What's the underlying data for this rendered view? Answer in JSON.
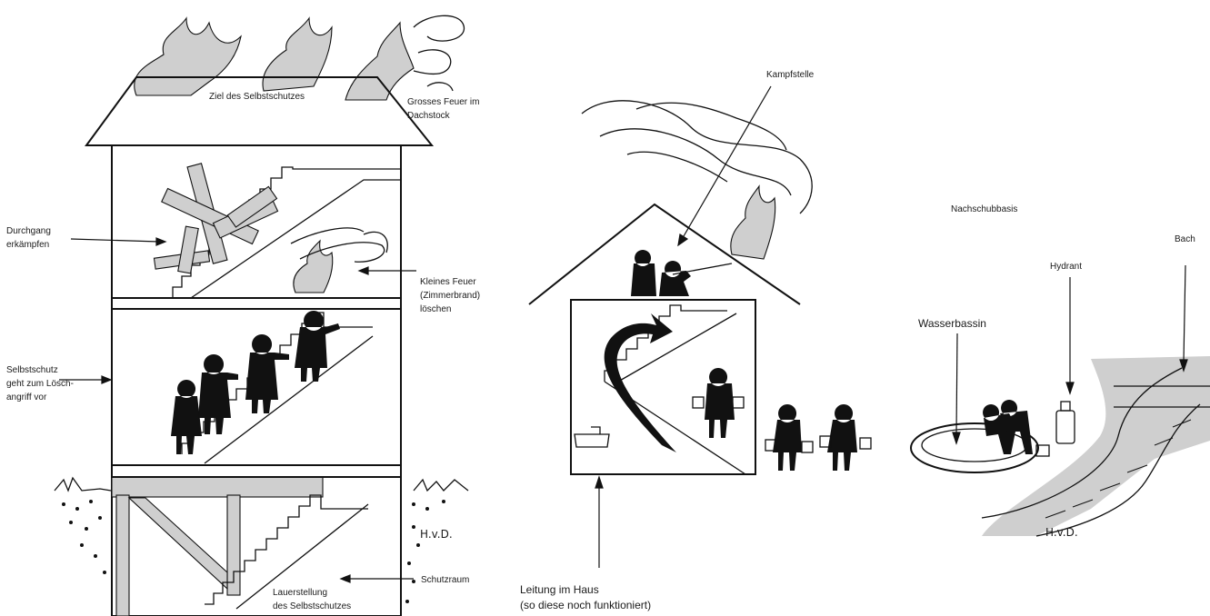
{
  "left_panel": {
    "roof_goal": "Ziel des Selbstschutzes",
    "big_fire": [
      "Grosses Feuer im",
      "Dachstock"
    ],
    "passage": [
      "Durchgang",
      "erkämpfen"
    ],
    "small_fire": [
      "Kleines Feuer",
      "(Zimmerbrand)",
      "löschen"
    ],
    "self_protection": [
      "Selbstschutz",
      "geht zum Lösch-",
      "angriff vor"
    ],
    "shelter": "Schutzraum",
    "standby": [
      "Lauerstellung",
      "des Selbstschutzes"
    ],
    "signature": "H.v.D."
  },
  "middle_panel": {
    "combat_point": "Kampfstelle",
    "water_line": [
      "Leitung im Haus",
      "(so diese noch funktioniert)"
    ]
  },
  "right_panel": {
    "supply_base": "Nachschubbasis",
    "stream": "Bach",
    "hydrant": "Hydrant",
    "basin": "Wasserbassin",
    "signature": "H.v.D."
  },
  "colors": {
    "ink": "#111111",
    "fill_grey": "#cfcfcf",
    "background": "#ffffff"
  }
}
